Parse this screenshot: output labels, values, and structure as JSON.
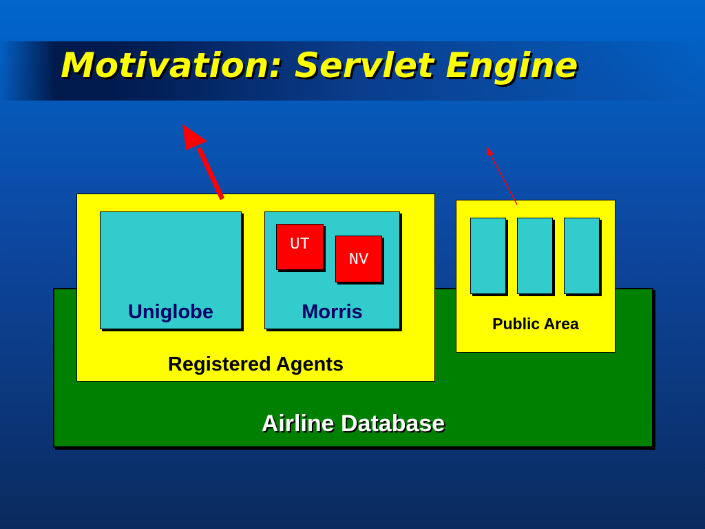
{
  "slide": {
    "title": "Motivation: Servlet Engine"
  },
  "diagram": {
    "database_label": "Airline Database",
    "registered_agents_label": "Registered Agents",
    "public_area_label": "Public Area",
    "agents": [
      {
        "label": "Uniglobe"
      },
      {
        "label": "Morris",
        "sub_boxes": [
          "UT",
          "NV"
        ]
      }
    ],
    "colors": {
      "database": "#008000",
      "container": "#ffff00",
      "agent_box": "#33cccc",
      "sub_box": "#ff0000",
      "arrow": "#ff0000",
      "title": "#ffff00"
    }
  }
}
